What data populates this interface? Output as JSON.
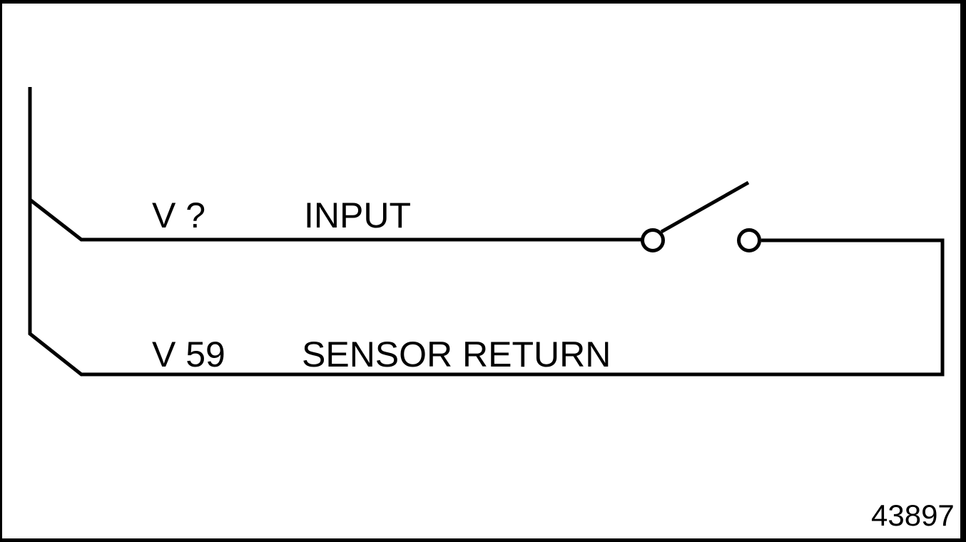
{
  "window": {
    "background_color": "#ffffff",
    "border_color": "#000000"
  },
  "diagram": {
    "type": "circuit-schematic",
    "line_color": "#000000",
    "wires": [
      {
        "pin": "V ?",
        "name": "INPUT"
      },
      {
        "pin": "V 59",
        "name": "SENSOR RETURN"
      }
    ],
    "switch": {
      "type": "spst-switch",
      "state": "open",
      "location": "top-wire"
    },
    "figure_number": "43897"
  }
}
